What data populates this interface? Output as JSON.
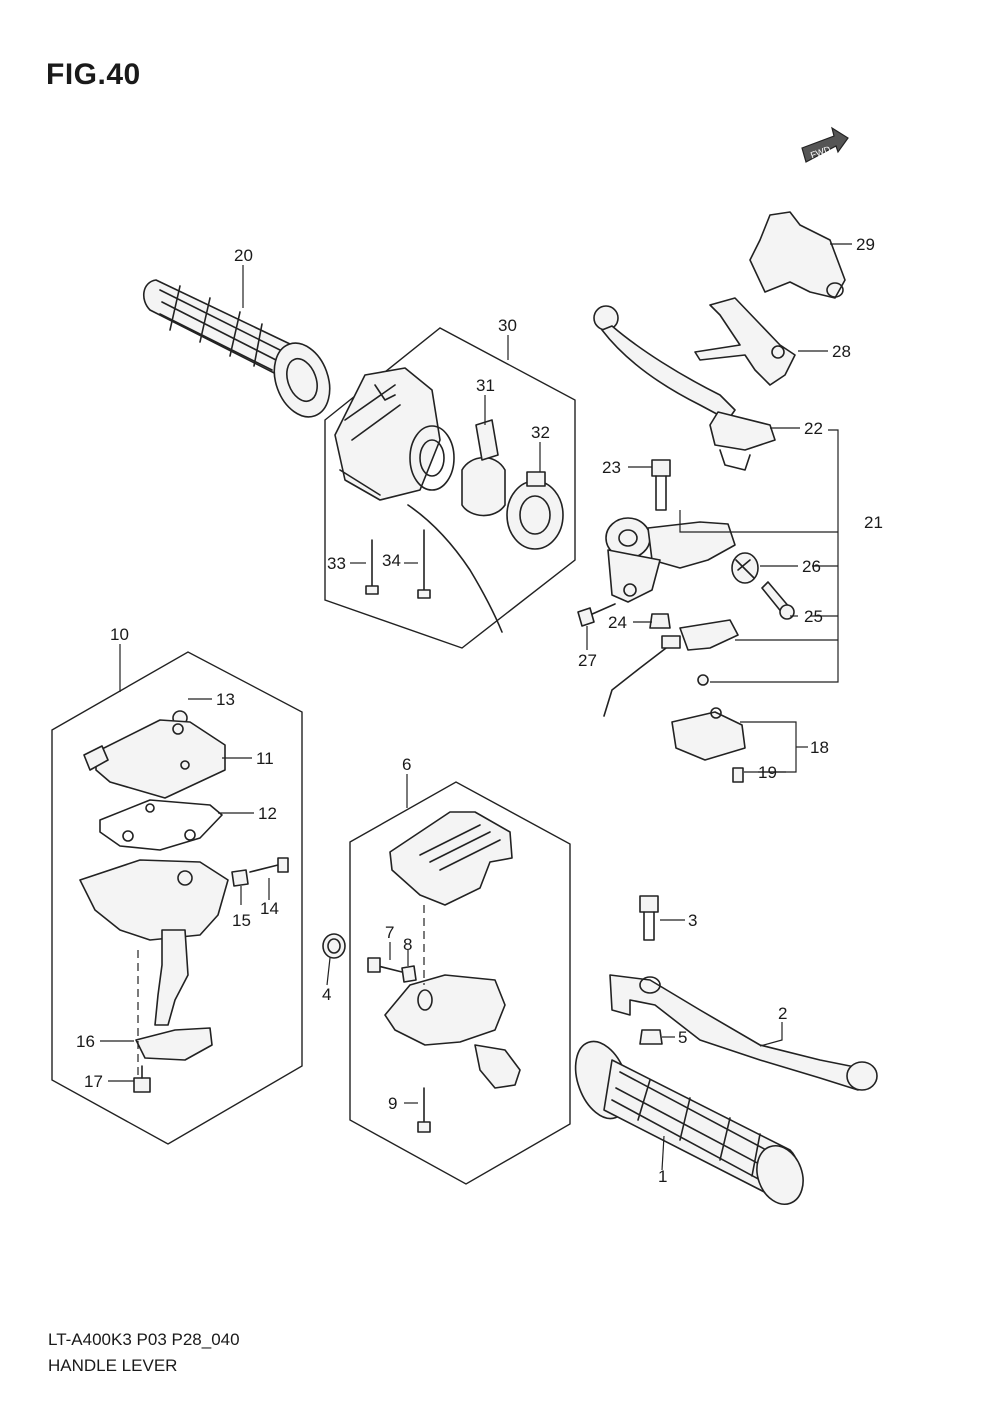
{
  "figure": {
    "title": "FIG.40"
  },
  "footer": {
    "model_code": "LT-A400K3 P03 P28_040",
    "diagram_title": "HANDLE LEVER"
  },
  "fwd_label": "FWD",
  "callouts": [
    "1",
    "2",
    "3",
    "4",
    "5",
    "6",
    "7",
    "8",
    "9",
    "10",
    "11",
    "12",
    "13",
    "14",
    "15",
    "16",
    "17",
    "18",
    "19",
    "20",
    "21",
    "22",
    "23",
    "24",
    "25",
    "26",
    "27",
    "28",
    "29",
    "30",
    "31",
    "32",
    "33",
    "34"
  ]
}
